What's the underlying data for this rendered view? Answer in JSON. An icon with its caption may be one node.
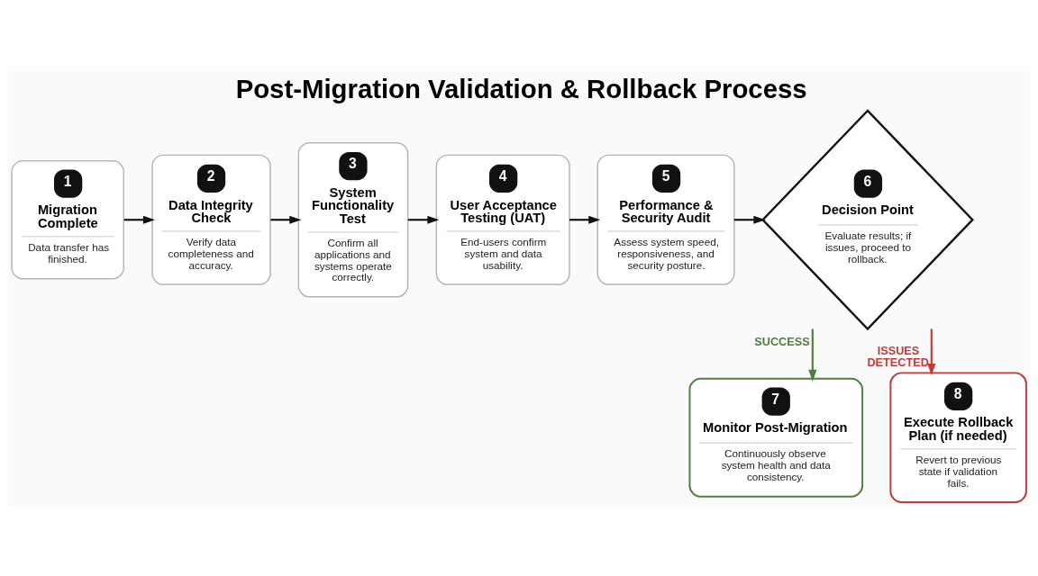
{
  "diagram": {
    "title": "Post-Migration Validation & Rollback Process",
    "nodes": [
      {
        "text": [
          "1",
          "Migration Complete",
          "Data transfer has finished."
        ]
      },
      {
        "text": [
          "2",
          "Data Integrity Check",
          "Verify data completeness and accuracy."
        ]
      },
      {
        "text": [
          "3",
          "System Functionality Test",
          "Confirm all applications and systems operate correctly."
        ]
      },
      {
        "text": [
          "4",
          "User Acceptance Testing (UAT)",
          "End-users confirm system and data usability."
        ]
      },
      {
        "text": [
          "5",
          "Performance & Security Audit",
          "Assess system speed, responsiveness, and security posture."
        ]
      },
      {
        "text": [
          "6",
          "Decision Point",
          "Evaluate results; if issues, proceed to rollback."
        ]
      },
      {
        "text": [
          "7",
          "Monitor Post-Migration",
          "Continuously observe system health and data consistency."
        ]
      },
      {
        "text": [
          "8",
          "Execute Rollback Plan (if needed)",
          "Revert to previous state if validation fails."
        ]
      }
    ],
    "edges": [
      {
        "from": 0,
        "to": 1,
        "arrow": "to"
      },
      {
        "from": 1,
        "to": 2,
        "arrow": "to"
      },
      {
        "from": 2,
        "to": 3,
        "arrow": "to"
      },
      {
        "from": 3,
        "to": 4,
        "arrow": "to"
      },
      {
        "from": 4,
        "to": 5,
        "arrow": "to"
      },
      {
        "from": 5,
        "to": 6,
        "arrow": "to",
        "label": "SUCCESS",
        "color": "#4f7f3f"
      },
      {
        "from": 5,
        "to": 7,
        "arrow": "to",
        "label": "ISSUES DETECTED",
        "color": "#c23b3b"
      }
    ]
  }
}
